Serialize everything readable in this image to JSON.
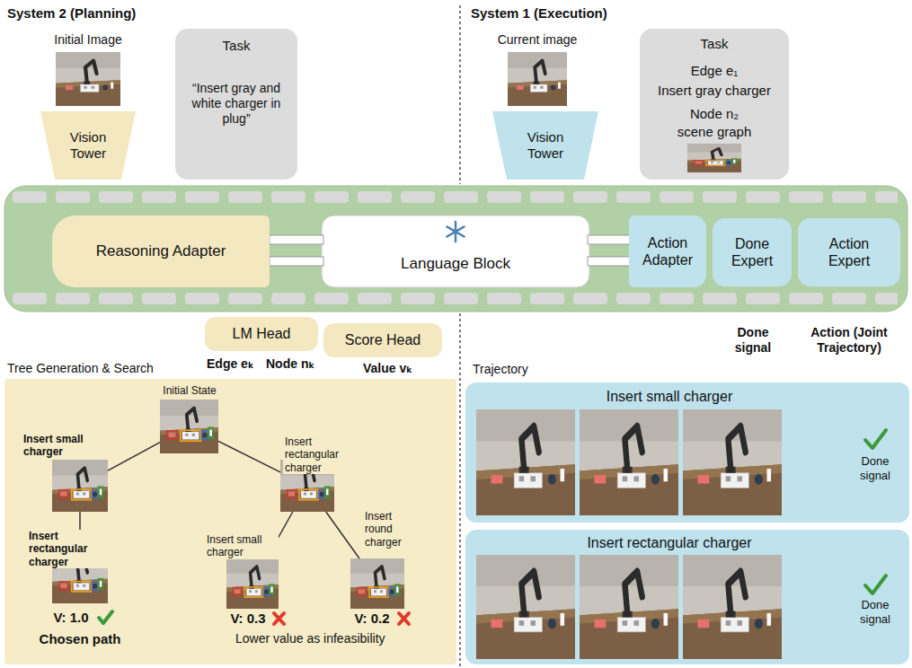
{
  "diagram": {
    "nodes": [
      {
        "text": [
          "Initial Image"
        ]
      },
      {
        "text": [
          "Vision Tower"
        ]
      },
      {
        "text": [
          "Task",
          "“Insert gray and white charger in plug”"
        ]
      },
      {
        "text": [
          "Current image"
        ]
      },
      {
        "text": [
          "Vision Tower"
        ]
      },
      {
        "text": [
          "Task",
          "Edge e₁",
          "Insert gray charger",
          "Node n₂",
          "scene graph"
        ]
      },
      {
        "text": [
          "Reasoning Adapter"
        ]
      },
      {
        "text": [
          "Language Block"
        ]
      },
      {
        "text": [
          "Action Adapter"
        ]
      },
      {
        "text": [
          "Done Expert"
        ]
      },
      {
        "text": [
          "Action Expert"
        ]
      },
      {
        "text": [
          "LM Head"
        ]
      },
      {
        "text": [
          "Score Head"
        ]
      },
      {
        "text": [
          "Tree Generation & Search"
        ]
      },
      {
        "text": [
          "Initial State"
        ],
        "in": 13
      },
      {
        "text": [
          "Insert small charger"
        ],
        "in": 13
      },
      {
        "text": [
          "Insert rectangular charger"
        ],
        "in": 13
      },
      {
        "text": [
          "Insert rectangular charger",
          "V: 1.0",
          "Chosen path"
        ],
        "in": 13
      },
      {
        "text": [
          "Insert small charger",
          "V: 0.3"
        ],
        "in": 13
      },
      {
        "text": [
          "Insert round charger",
          "V: 0.2"
        ],
        "in": 13
      },
      {
        "text": [
          "Insert small charger",
          "Done signal"
        ]
      },
      {
        "text": [
          "Insert rectangular charger",
          "Done signal"
        ]
      }
    ],
    "edges": [
      {
        "from": 14,
        "to": 15,
        "arrow": "none"
      },
      {
        "from": 14,
        "to": 16,
        "arrow": "none"
      },
      {
        "from": 15,
        "to": 17,
        "arrow": "none"
      },
      {
        "from": 16,
        "to": 18,
        "arrow": "none"
      },
      {
        "from": 16,
        "to": 19,
        "arrow": "none"
      }
    ],
    "labels": [
      "System 2 (Planning)",
      "System 1 (Execution)",
      "Edge eₖ",
      "Node nₖ",
      "Value vₖ",
      "Done signal",
      "Action (Joint Trajectory)",
      "Trajectory",
      "Lower value as infeasibility"
    ]
  }
}
